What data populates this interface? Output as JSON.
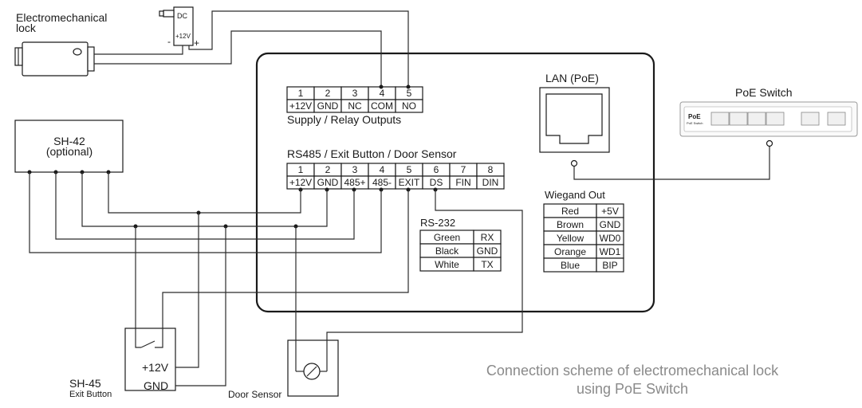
{
  "lock": {
    "label_line1": "Electromechanical",
    "label_line2": "lock",
    "psu_dc": "DC",
    "psu_12v": "+12V",
    "psu_minus": "-",
    "psu_plus": "+"
  },
  "supply": {
    "title": "Supply / Relay Outputs",
    "numbers": [
      "1",
      "2",
      "3",
      "4",
      "5"
    ],
    "pins": [
      "+12V",
      "GND",
      "NC",
      "COM",
      "NO"
    ]
  },
  "rs485": {
    "title": "RS485 / Exit Button / Door Sensor",
    "numbers": [
      "1",
      "2",
      "3",
      "4",
      "5",
      "6",
      "7",
      "8"
    ],
    "pins": [
      "+12V",
      "GND",
      "485+",
      "485-",
      "EXIT",
      "DS",
      "FIN",
      "DIN"
    ]
  },
  "lan": {
    "label": "LAN (PoE)"
  },
  "poe_switch": {
    "label": "PoE Switch",
    "logo": "PoE",
    "sublabel": "PoE Switch"
  },
  "sh42": {
    "line1": "SH-42",
    "line2": "(optional)"
  },
  "rs232": {
    "title": "RS-232",
    "rows": [
      {
        "color": "Green",
        "pin": "RX"
      },
      {
        "color": "Black",
        "pin": "GND"
      },
      {
        "color": "White",
        "pin": "TX"
      }
    ]
  },
  "wiegand": {
    "title": "Wiegand Out",
    "rows": [
      {
        "color": "Red",
        "pin": "+5V"
      },
      {
        "color": "Brown",
        "pin": "GND"
      },
      {
        "color": "Yellow",
        "pin": "WD0"
      },
      {
        "color": "Orange",
        "pin": "WD1"
      },
      {
        "color": "Blue",
        "pin": "BIP"
      }
    ]
  },
  "sh45": {
    "plus": "+12V",
    "gnd": "GND",
    "label_line1": "SH-45",
    "label_line2": "Exit Button"
  },
  "door_sensor": {
    "label": "Door Sensor"
  },
  "caption": {
    "line1": "Connection scheme of electromechanical lock",
    "line2": "using PoE Switch"
  }
}
